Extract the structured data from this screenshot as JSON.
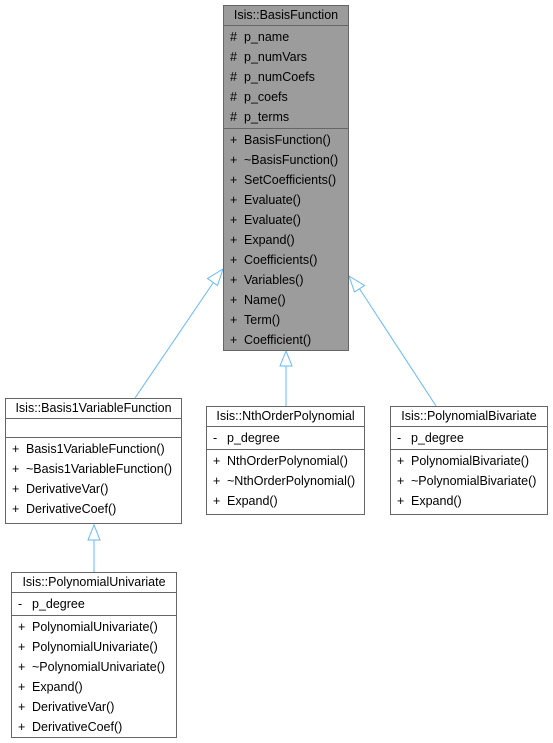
{
  "classes": {
    "basis_function": {
      "title": "Isis::BasisFunction",
      "attributes": [
        {
          "vis": "#",
          "name": "p_name"
        },
        {
          "vis": "#",
          "name": "p_numVars"
        },
        {
          "vis": "#",
          "name": "p_numCoefs"
        },
        {
          "vis": "#",
          "name": "p_coefs"
        },
        {
          "vis": "#",
          "name": "p_terms"
        }
      ],
      "methods": [
        {
          "vis": "+",
          "name": "BasisFunction()"
        },
        {
          "vis": "+",
          "name": "~BasisFunction()"
        },
        {
          "vis": "+",
          "name": "SetCoefficients()"
        },
        {
          "vis": "+",
          "name": "Evaluate()"
        },
        {
          "vis": "+",
          "name": "Evaluate()"
        },
        {
          "vis": "+",
          "name": "Expand()"
        },
        {
          "vis": "+",
          "name": "Coefficients()"
        },
        {
          "vis": "+",
          "name": "Variables()"
        },
        {
          "vis": "+",
          "name": "Name()"
        },
        {
          "vis": "+",
          "name": "Term()"
        },
        {
          "vis": "+",
          "name": "Coefficient()"
        }
      ]
    },
    "basis1_variable_function": {
      "title": "Isis::Basis1VariableFunction",
      "attributes": [],
      "methods": [
        {
          "vis": "+",
          "name": "Basis1VariableFunction()"
        },
        {
          "vis": "+",
          "name": "~Basis1VariableFunction()"
        },
        {
          "vis": "+",
          "name": "DerivativeVar()"
        },
        {
          "vis": "+",
          "name": "DerivativeCoef()"
        }
      ]
    },
    "nth_order_polynomial": {
      "title": "Isis::NthOrderPolynomial",
      "attributes": [
        {
          "vis": "-",
          "name": "p_degree"
        }
      ],
      "methods": [
        {
          "vis": "+",
          "name": "NthOrderPolynomial()"
        },
        {
          "vis": "+",
          "name": "~NthOrderPolynomial()"
        },
        {
          "vis": "+",
          "name": "Expand()"
        }
      ]
    },
    "polynomial_bivariate": {
      "title": "Isis::PolynomialBivariate",
      "attributes": [
        {
          "vis": "-",
          "name": "p_degree"
        }
      ],
      "methods": [
        {
          "vis": "+",
          "name": "PolynomialBivariate()"
        },
        {
          "vis": "+",
          "name": "~PolynomialBivariate()"
        },
        {
          "vis": "+",
          "name": "Expand()"
        }
      ]
    },
    "polynomial_univariate": {
      "title": "Isis::PolynomialUnivariate",
      "attributes": [
        {
          "vis": "-",
          "name": "p_degree"
        }
      ],
      "methods": [
        {
          "vis": "+",
          "name": "PolynomialUnivariate()"
        },
        {
          "vis": "+",
          "name": "PolynomialUnivariate()"
        },
        {
          "vis": "+",
          "name": "~PolynomialUnivariate()"
        },
        {
          "vis": "+",
          "name": "Expand()"
        },
        {
          "vis": "+",
          "name": "DerivativeVar()"
        },
        {
          "vis": "+",
          "name": "DerivativeCoef()"
        }
      ]
    }
  },
  "inheritance": [
    {
      "child": "basis1_variable_function",
      "parent": "basis_function"
    },
    {
      "child": "nth_order_polynomial",
      "parent": "basis_function"
    },
    {
      "child": "polynomial_bivariate",
      "parent": "basis_function"
    },
    {
      "child": "polynomial_univariate",
      "parent": "basis1_variable_function"
    }
  ],
  "colors": {
    "base_fill": "#9c9c9c",
    "box_border": "#666666",
    "edge": "#63b8ff"
  }
}
